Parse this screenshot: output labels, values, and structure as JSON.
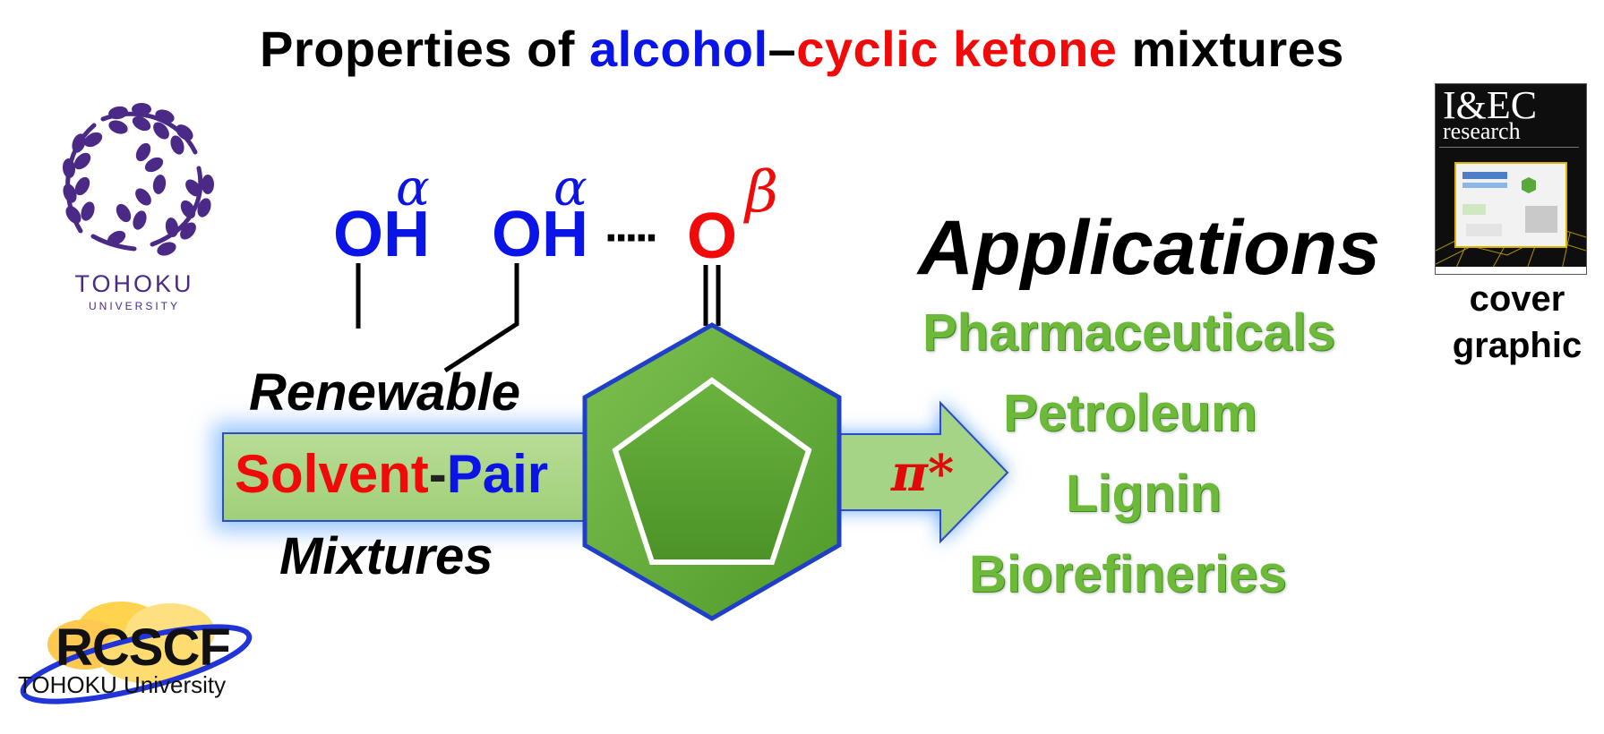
{
  "title": {
    "part1": "Properties of ",
    "alcohol": "alcohol",
    "dash": "–",
    "ketone": "cyclic ketone",
    "part2": " mixtures"
  },
  "molecule": {
    "oh1_o": "O",
    "oh1_h": "H",
    "oh1_greek": "α",
    "oh2_o": "O",
    "oh2_h": "H",
    "oh2_greek": "α",
    "hbond": "·····",
    "ketone_o": "O",
    "ketone_greek": "β"
  },
  "left_labels": {
    "renewable": "Renewable",
    "solvent": "Solvent",
    "hyphen": "-",
    "pair": "Pair",
    "mixtures": "Mixtures"
  },
  "arrow_label": "π*",
  "applications": {
    "title": "Applications",
    "items": [
      "Pharmaceuticals",
      "Petroleum",
      "Lignin",
      "Biorefineries"
    ]
  },
  "cover": {
    "journal_line1": "I&EC",
    "journal_line2": "research",
    "label_line1": "cover",
    "label_line2": "graphic"
  },
  "logos": {
    "tohoku_name": "TOHOKU",
    "tohoku_sub": "UNIVERSITY",
    "rcscf_name": "RCSCF",
    "rcscf_sub": "TOHOKU University"
  },
  "colors": {
    "alcohol_blue": "#0a14e6",
    "ketone_red": "#f00a0a",
    "application_green": "#6db93a",
    "hexagon_green": "#6aae3e",
    "tohoku_purple": "#4a2a86"
  }
}
